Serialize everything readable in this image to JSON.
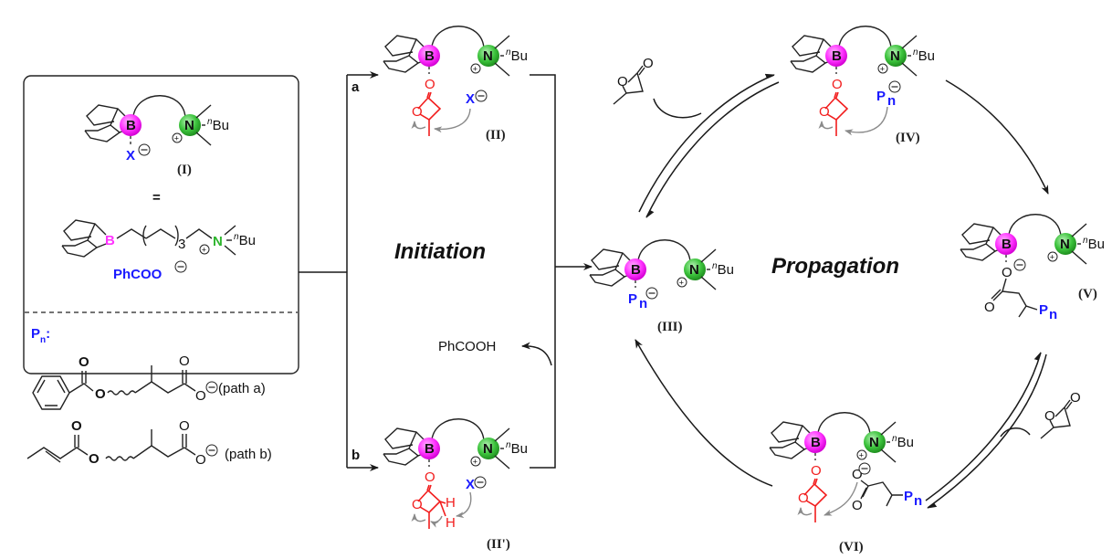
{
  "colors": {
    "boron_sphere": "#ff33ff",
    "nitrogen_sphere": "#3dc43d",
    "anion_text": "#1a1aff",
    "monomer_red": "#f21d1d",
    "arrow_grey": "#8a8a8a"
  },
  "legend_box": {
    "catalyst_label": "(I)",
    "equals": "=",
    "boron_atom": "B",
    "nitrogen_atom": "N",
    "substituent": "nBu",
    "counterion_x": "X",
    "chain_repeat": "3",
    "counterion_full": "PhCOO",
    "pn_title": "P",
    "pn_sub": "n",
    "pn_colon": ":",
    "path_a_label": "(path a)",
    "path_b_label": "(path b)",
    "carbonyl_o": "O",
    "ester_o": "O"
  },
  "stages": {
    "initiation": "Initiation",
    "propagation": "Propagation"
  },
  "branches": {
    "a": "a",
    "b": "b"
  },
  "intermediates": {
    "II": "(II)",
    "II_prime": "(II')",
    "III": "(III)",
    "IV": "(IV)",
    "V": "(V)",
    "VI": "(VI)"
  },
  "byproduct": "PhCOOH",
  "atoms": {
    "B": "B",
    "N": "N",
    "O": "O",
    "H": "H",
    "X": "X",
    "P": "P",
    "n": "n",
    "Bu": "Bu",
    "nItalic": "n",
    "plus": "+",
    "minus": "−"
  }
}
